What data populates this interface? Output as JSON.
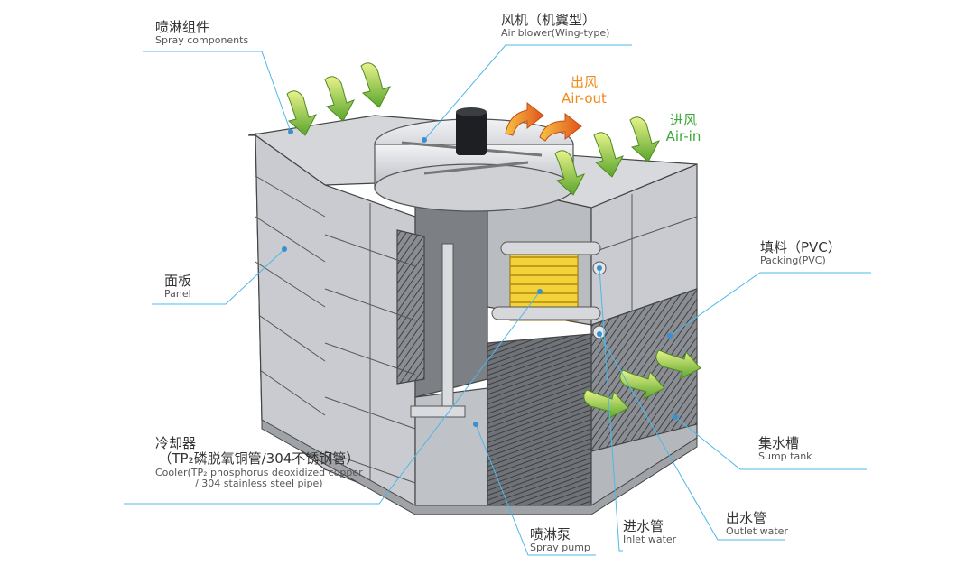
{
  "labels": {
    "spray_components": {
      "zh": "喷淋组件",
      "en": "Spray components"
    },
    "air_blower": {
      "zh": "风机（机翼型）",
      "en": "Air blower(Wing-type)"
    },
    "air_out": {
      "zh": "出风",
      "en": "Air-out"
    },
    "air_in": {
      "zh": "进风",
      "en": "Air-in"
    },
    "packing": {
      "zh": "填料（PVC）",
      "en": "Packing(PVC)"
    },
    "panel": {
      "zh": "面板",
      "en": "Panel"
    },
    "cooler": {
      "zh1": "冷却器",
      "zh2": "（TP₂磷脱氧铜管/304不锈钢管）",
      "en1": "Cooler(TP₂ phosphorus deoxidized copper",
      "en2": "/ 304 stainless steel pipe)"
    },
    "sump_tank": {
      "zh": "集水槽",
      "en": "Sump tank"
    },
    "spray_pump": {
      "zh": "喷淋泵",
      "en": "Spray pump"
    },
    "inlet_water": {
      "zh": "进水管",
      "en": "Inlet water"
    },
    "outlet_water": {
      "zh": "出水管",
      "en": "Outlet water"
    }
  },
  "colors": {
    "leader_line": "#4db8e8",
    "dot": "#3a8fd0",
    "air_in_arrow": "#8bc63f",
    "air_out_arrow": "#f08a1c",
    "panel_gray": "#c9cbd0",
    "coil_yellow": "#f3d23a"
  }
}
